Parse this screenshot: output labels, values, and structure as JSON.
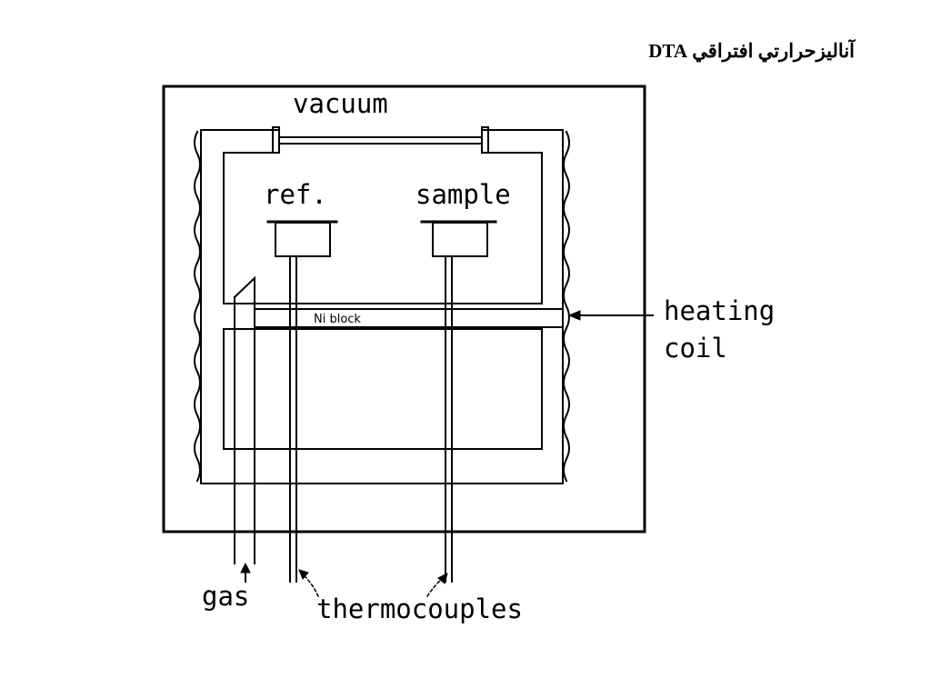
{
  "slide": {
    "title": "آناليزحرارتي افتراقي DTA"
  },
  "labels": {
    "vacuum": "vacuum",
    "ref": "ref.",
    "sample": "sample",
    "ni_block": "Ni block",
    "heating": "heating",
    "coil": "coil",
    "gas": "gas",
    "thermocouples": "thermocouples"
  }
}
